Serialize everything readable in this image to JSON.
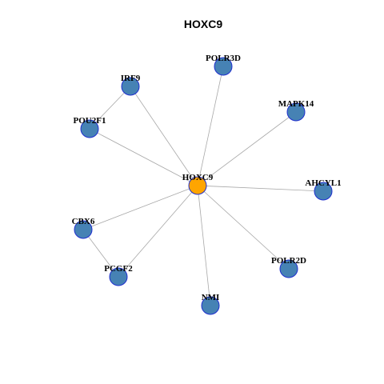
{
  "title": "HOXC9",
  "colors": {
    "hub_fill": "#ffa500",
    "node_fill": "#4682b4",
    "node_stroke": "#1f2fcf",
    "edge": "#a8a8a8"
  },
  "nodes": [
    {
      "id": "HOXC9",
      "role": "hub"
    },
    {
      "id": "POLR3D",
      "role": "neighbor"
    },
    {
      "id": "IRF9",
      "role": "neighbor"
    },
    {
      "id": "MAPK14",
      "role": "neighbor"
    },
    {
      "id": "POU2F1",
      "role": "neighbor"
    },
    {
      "id": "AHCYL1",
      "role": "neighbor"
    },
    {
      "id": "CBX6",
      "role": "neighbor"
    },
    {
      "id": "PCGF2",
      "role": "neighbor"
    },
    {
      "id": "POLR2D",
      "role": "neighbor"
    },
    {
      "id": "NMI",
      "role": "neighbor"
    }
  ],
  "edges": [
    [
      "HOXC9",
      "POLR3D"
    ],
    [
      "HOXC9",
      "IRF9"
    ],
    [
      "HOXC9",
      "MAPK14"
    ],
    [
      "HOXC9",
      "POU2F1"
    ],
    [
      "HOXC9",
      "AHCYL1"
    ],
    [
      "HOXC9",
      "CBX6"
    ],
    [
      "HOXC9",
      "PCGF2"
    ],
    [
      "HOXC9",
      "POLR2D"
    ],
    [
      "HOXC9",
      "NMI"
    ],
    [
      "IRF9",
      "POU2F1"
    ],
    [
      "CBX6",
      "PCGF2"
    ]
  ]
}
